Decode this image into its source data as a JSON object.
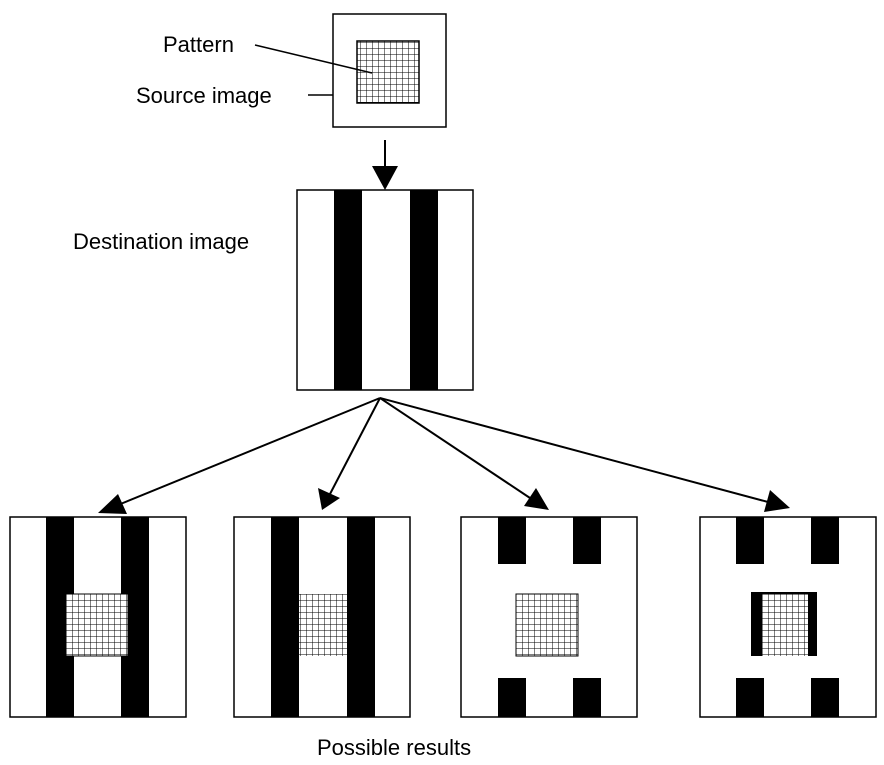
{
  "labels": {
    "pattern": "Pattern",
    "source_image": "Source image",
    "destination_image": "Destination image",
    "possible_results": "Possible results"
  },
  "colors": {
    "ink": "#000000",
    "paper": "#ffffff"
  }
}
